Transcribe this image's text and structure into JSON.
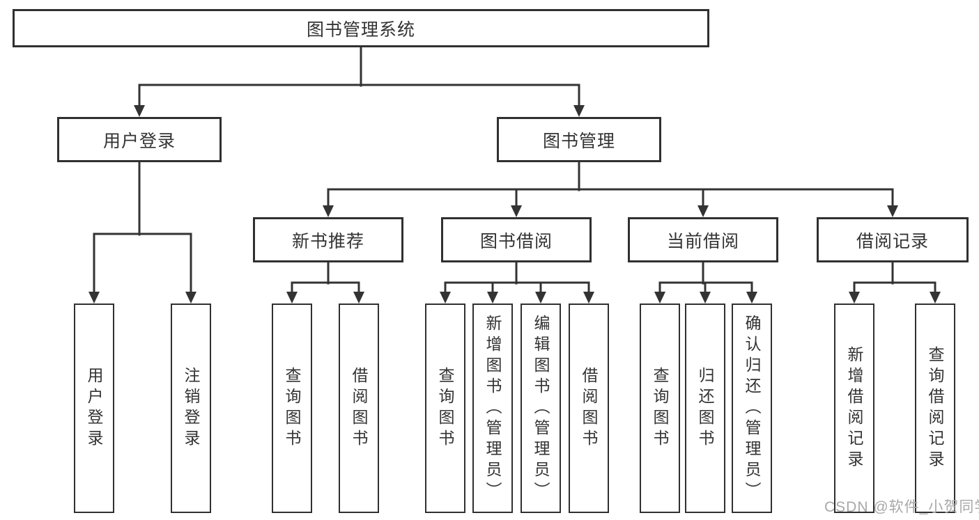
{
  "diagram": {
    "tree": {
      "label": "图书管理系统",
      "children": [
        {
          "label": "用户登录",
          "children": [
            {
              "label": "用户登录"
            },
            {
              "label": "注销登录"
            }
          ]
        },
        {
          "label": "图书管理",
          "children": [
            {
              "label": "新书推荐",
              "children": [
                {
                  "label": "查询图书"
                },
                {
                  "label": "借阅图书"
                }
              ]
            },
            {
              "label": "图书借阅",
              "children": [
                {
                  "label": "查询图书"
                },
                {
                  "label": "新增图书（管理员）"
                },
                {
                  "label": "编辑图书（管理员）"
                },
                {
                  "label": "借阅图书"
                }
              ]
            },
            {
              "label": "当前借阅",
              "children": [
                {
                  "label": "查询图书"
                },
                {
                  "label": "归还图书"
                },
                {
                  "label": "确认归还（管理员）"
                }
              ]
            },
            {
              "label": "借阅记录",
              "children": [
                {
                  "label": "新增借阅记录"
                },
                {
                  "label": "查询借阅记录"
                }
              ]
            }
          ]
        }
      ]
    },
    "colors": {
      "line": "#333333",
      "node_border": "#303030",
      "node_background": "#ffffff",
      "node_text": "#333333",
      "watermark_text": "#a8a8a8"
    },
    "watermark": "CSDN @软件_小贺同学"
  }
}
